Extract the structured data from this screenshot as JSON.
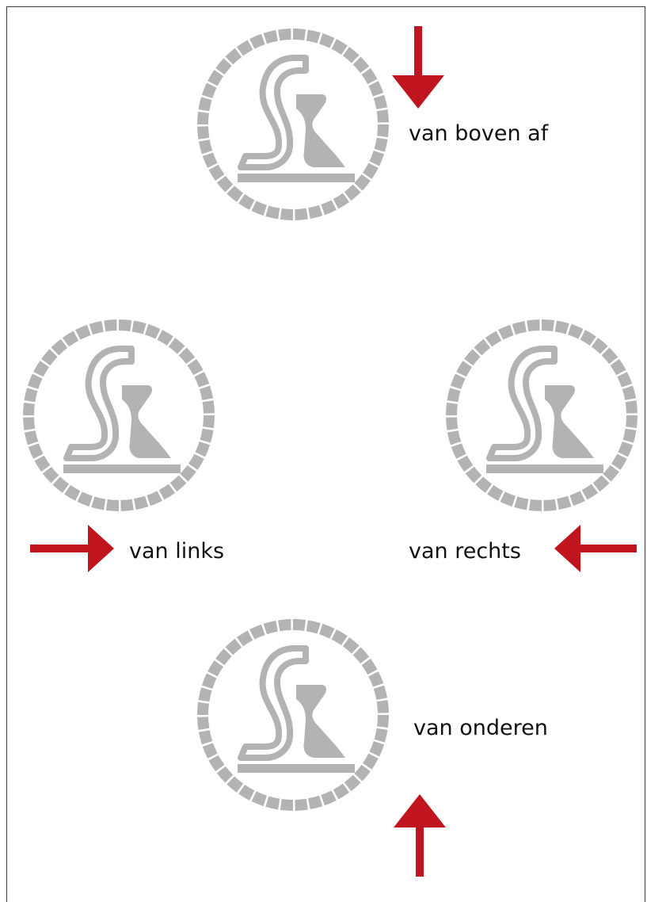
{
  "colors": {
    "badge": "#b3b3b3",
    "arrow": "#c0141e",
    "text": "#111111",
    "frame": "#3a3a3a"
  },
  "icons": {
    "badge": "stamp-logo-icon",
    "arrow": "red-arrow-icon"
  },
  "panels": {
    "top": {
      "label": "van boven af",
      "direction": "down"
    },
    "left": {
      "label": "van links",
      "direction": "right"
    },
    "right": {
      "label": "van rechts",
      "direction": "left"
    },
    "bottom": {
      "label": "van onderen",
      "direction": "up"
    }
  }
}
